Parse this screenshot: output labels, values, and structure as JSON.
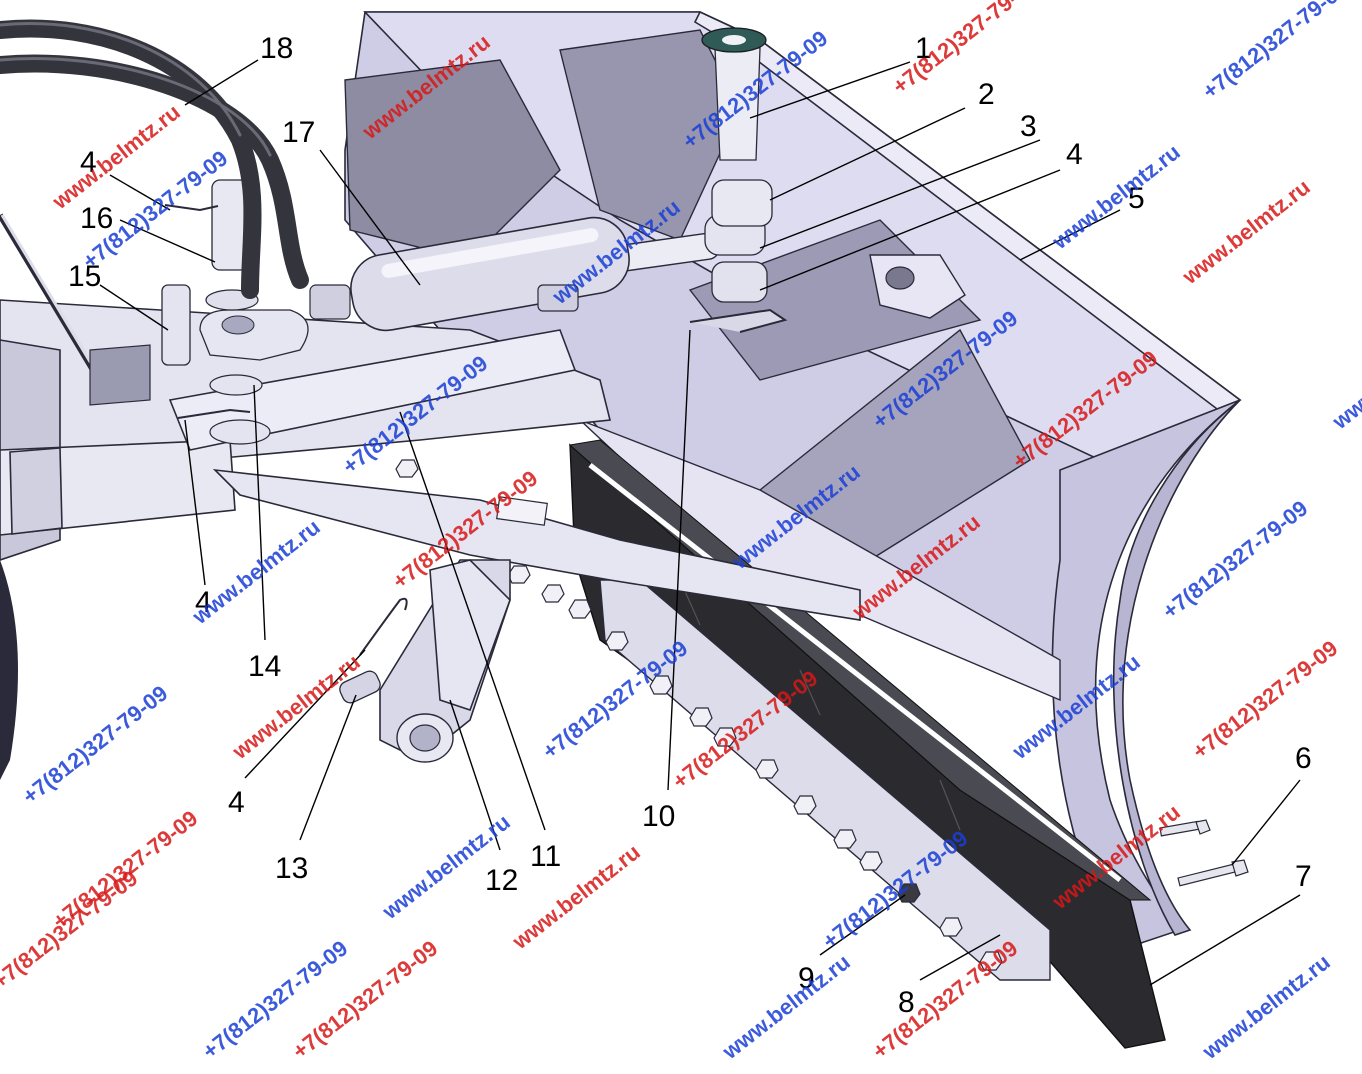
{
  "callouts": {
    "c1": "1",
    "c2": "2",
    "c3": "3",
    "c4_top_right": "4",
    "c5": "5",
    "c6": "6",
    "c7": "7",
    "c8": "8",
    "c9": "9",
    "c10": "10",
    "c11": "11",
    "c12": "12",
    "c13": "13",
    "c14": "14",
    "c15": "15",
    "c16": "16",
    "c17": "17",
    "c18": "18",
    "c4_top_left": "4",
    "c4_middle_left": "4",
    "c4_bottom_left": "4"
  },
  "watermark": {
    "site": "www.belmtz.ru",
    "phone": "+7(812)327-79-09"
  },
  "colors": {
    "blade": "#d6d4ec",
    "blade_dark": "#9c9ab4",
    "frame": "#e2e2ee",
    "rubber": "#2b2b2f",
    "hose": "#34343c",
    "red_wm": "#d81818",
    "blue_wm": "#1a3fd6"
  }
}
